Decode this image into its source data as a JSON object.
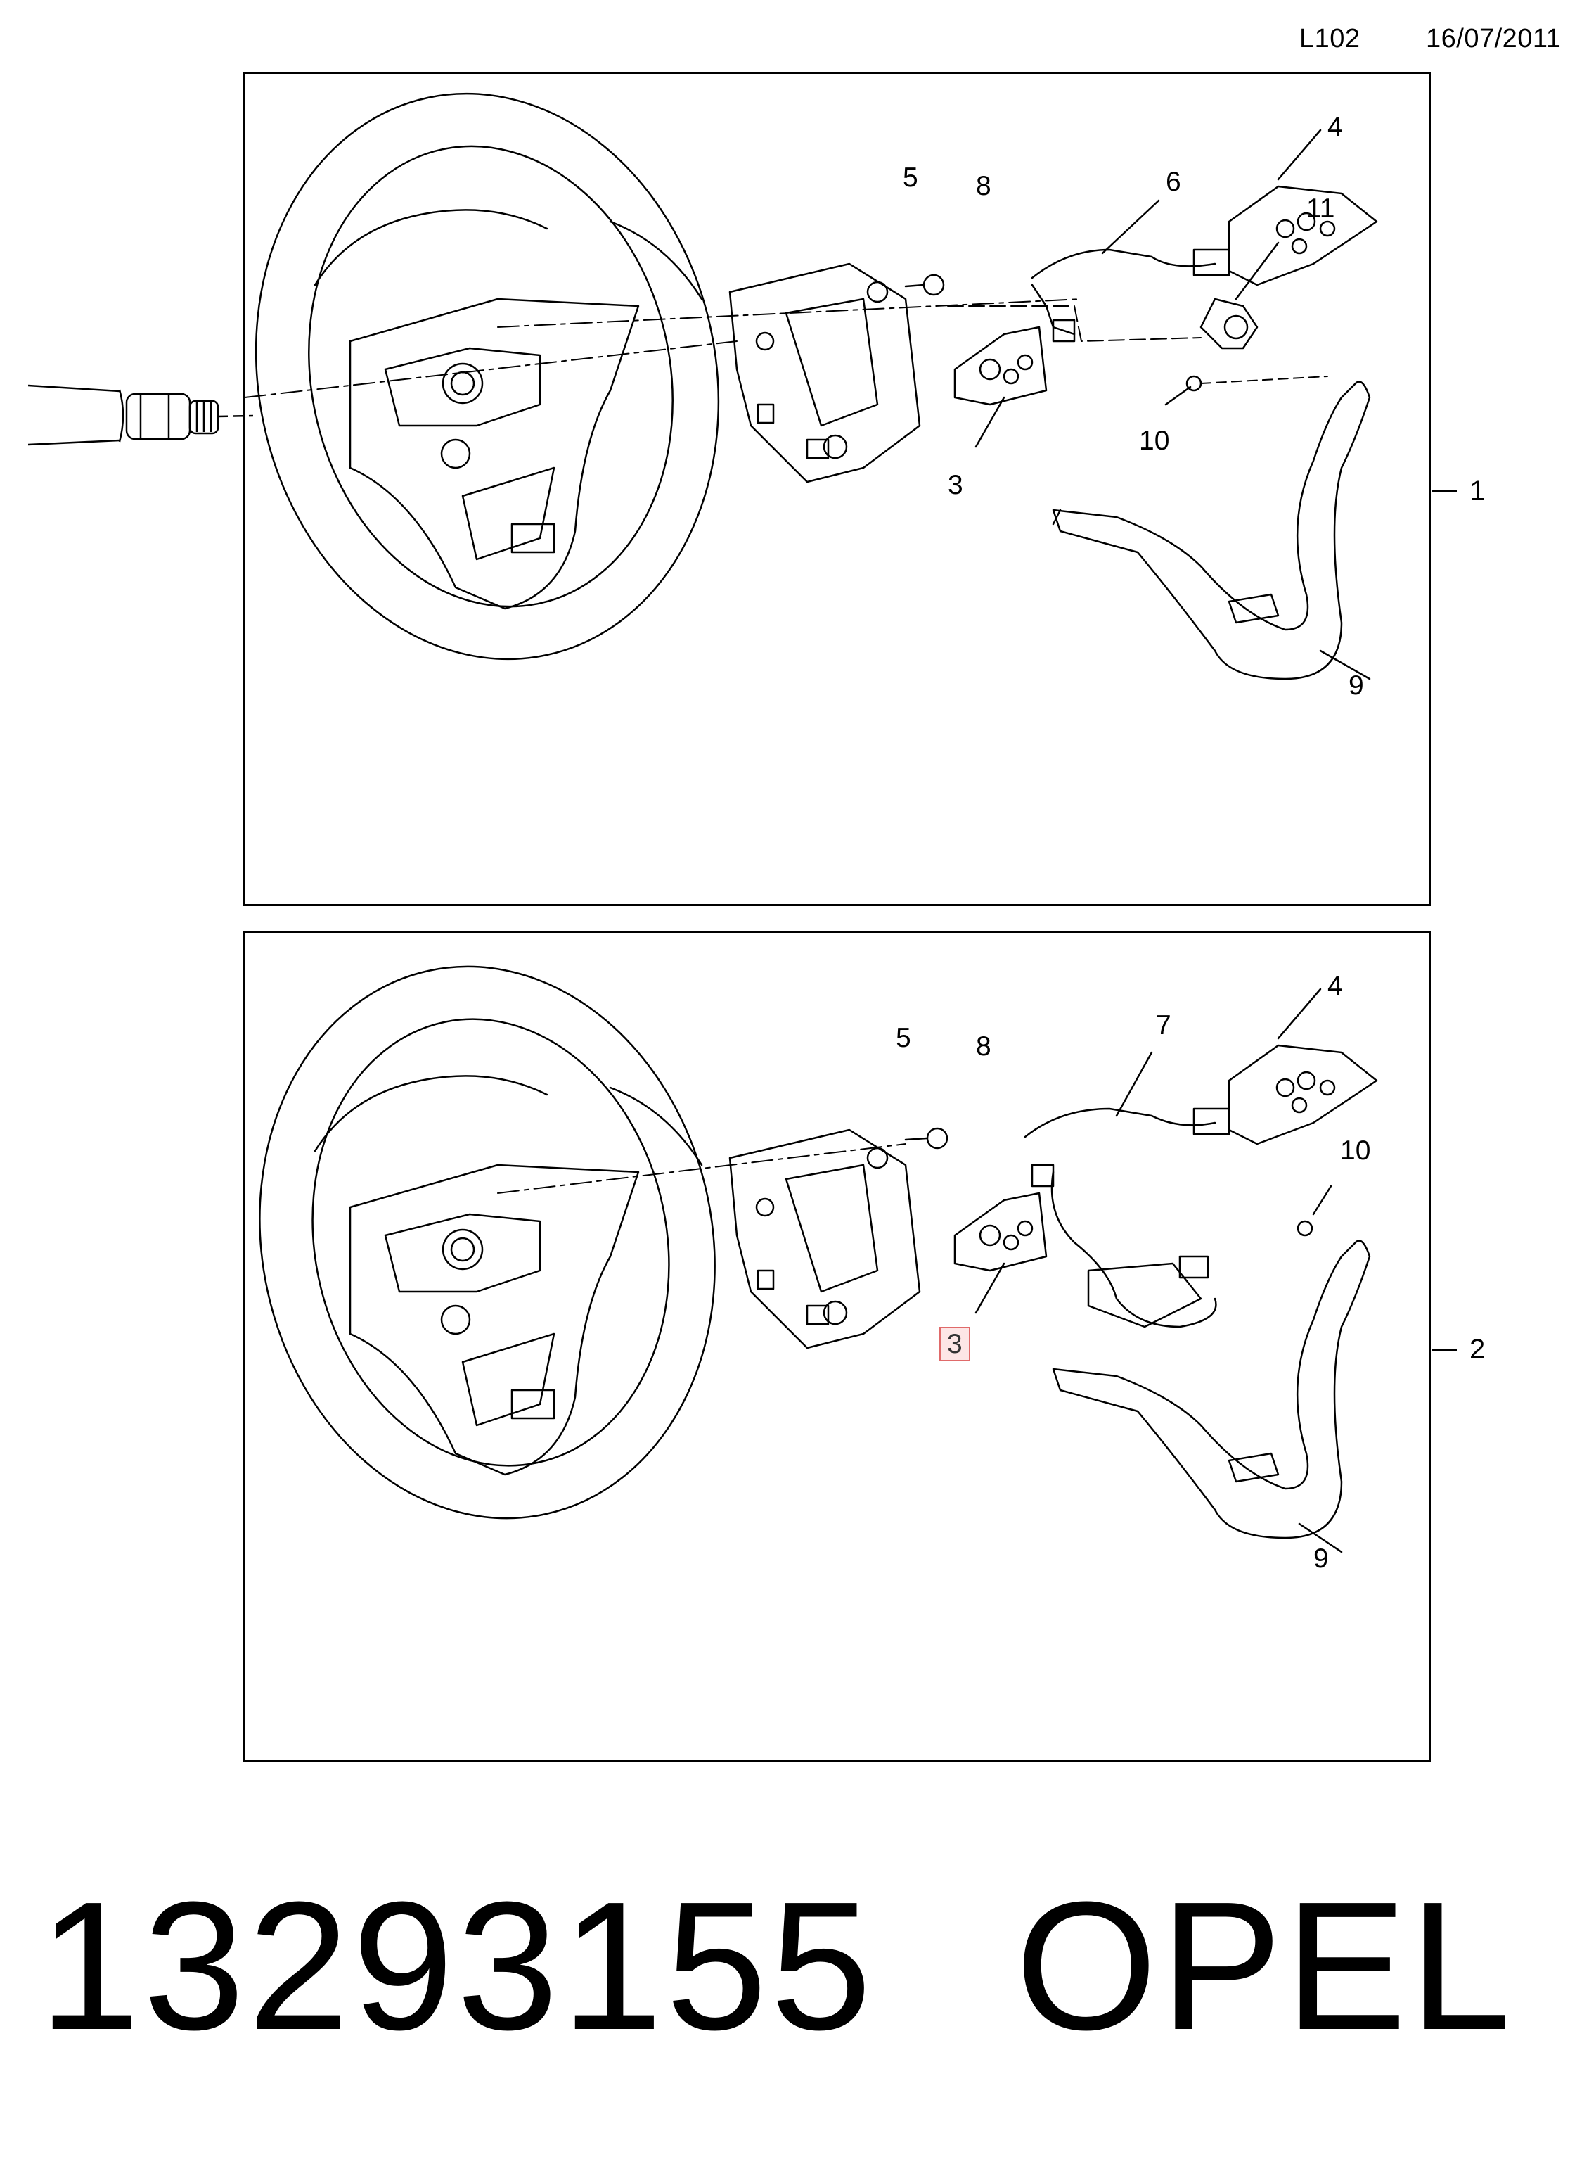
{
  "header": {
    "code": "L102",
    "date": "16/07/2011"
  },
  "panels": [
    {
      "ref": "1",
      "callouts": {
        "c5": "5",
        "c8": "8",
        "c6": "6",
        "c4": "4",
        "c11": "11",
        "c10": "10",
        "c3": "3",
        "c9": "9"
      }
    },
    {
      "ref": "2",
      "callouts": {
        "c5": "5",
        "c8": "8",
        "c7": "7",
        "c4": "4",
        "c10": "10",
        "c3": "3",
        "c9": "9"
      }
    }
  ],
  "footer": {
    "part_number": "13293155",
    "brand": "OPEL"
  },
  "colors": {
    "line": "#000000",
    "highlight_border": "#e06a6a",
    "highlight_fill": "#fde6e6"
  }
}
